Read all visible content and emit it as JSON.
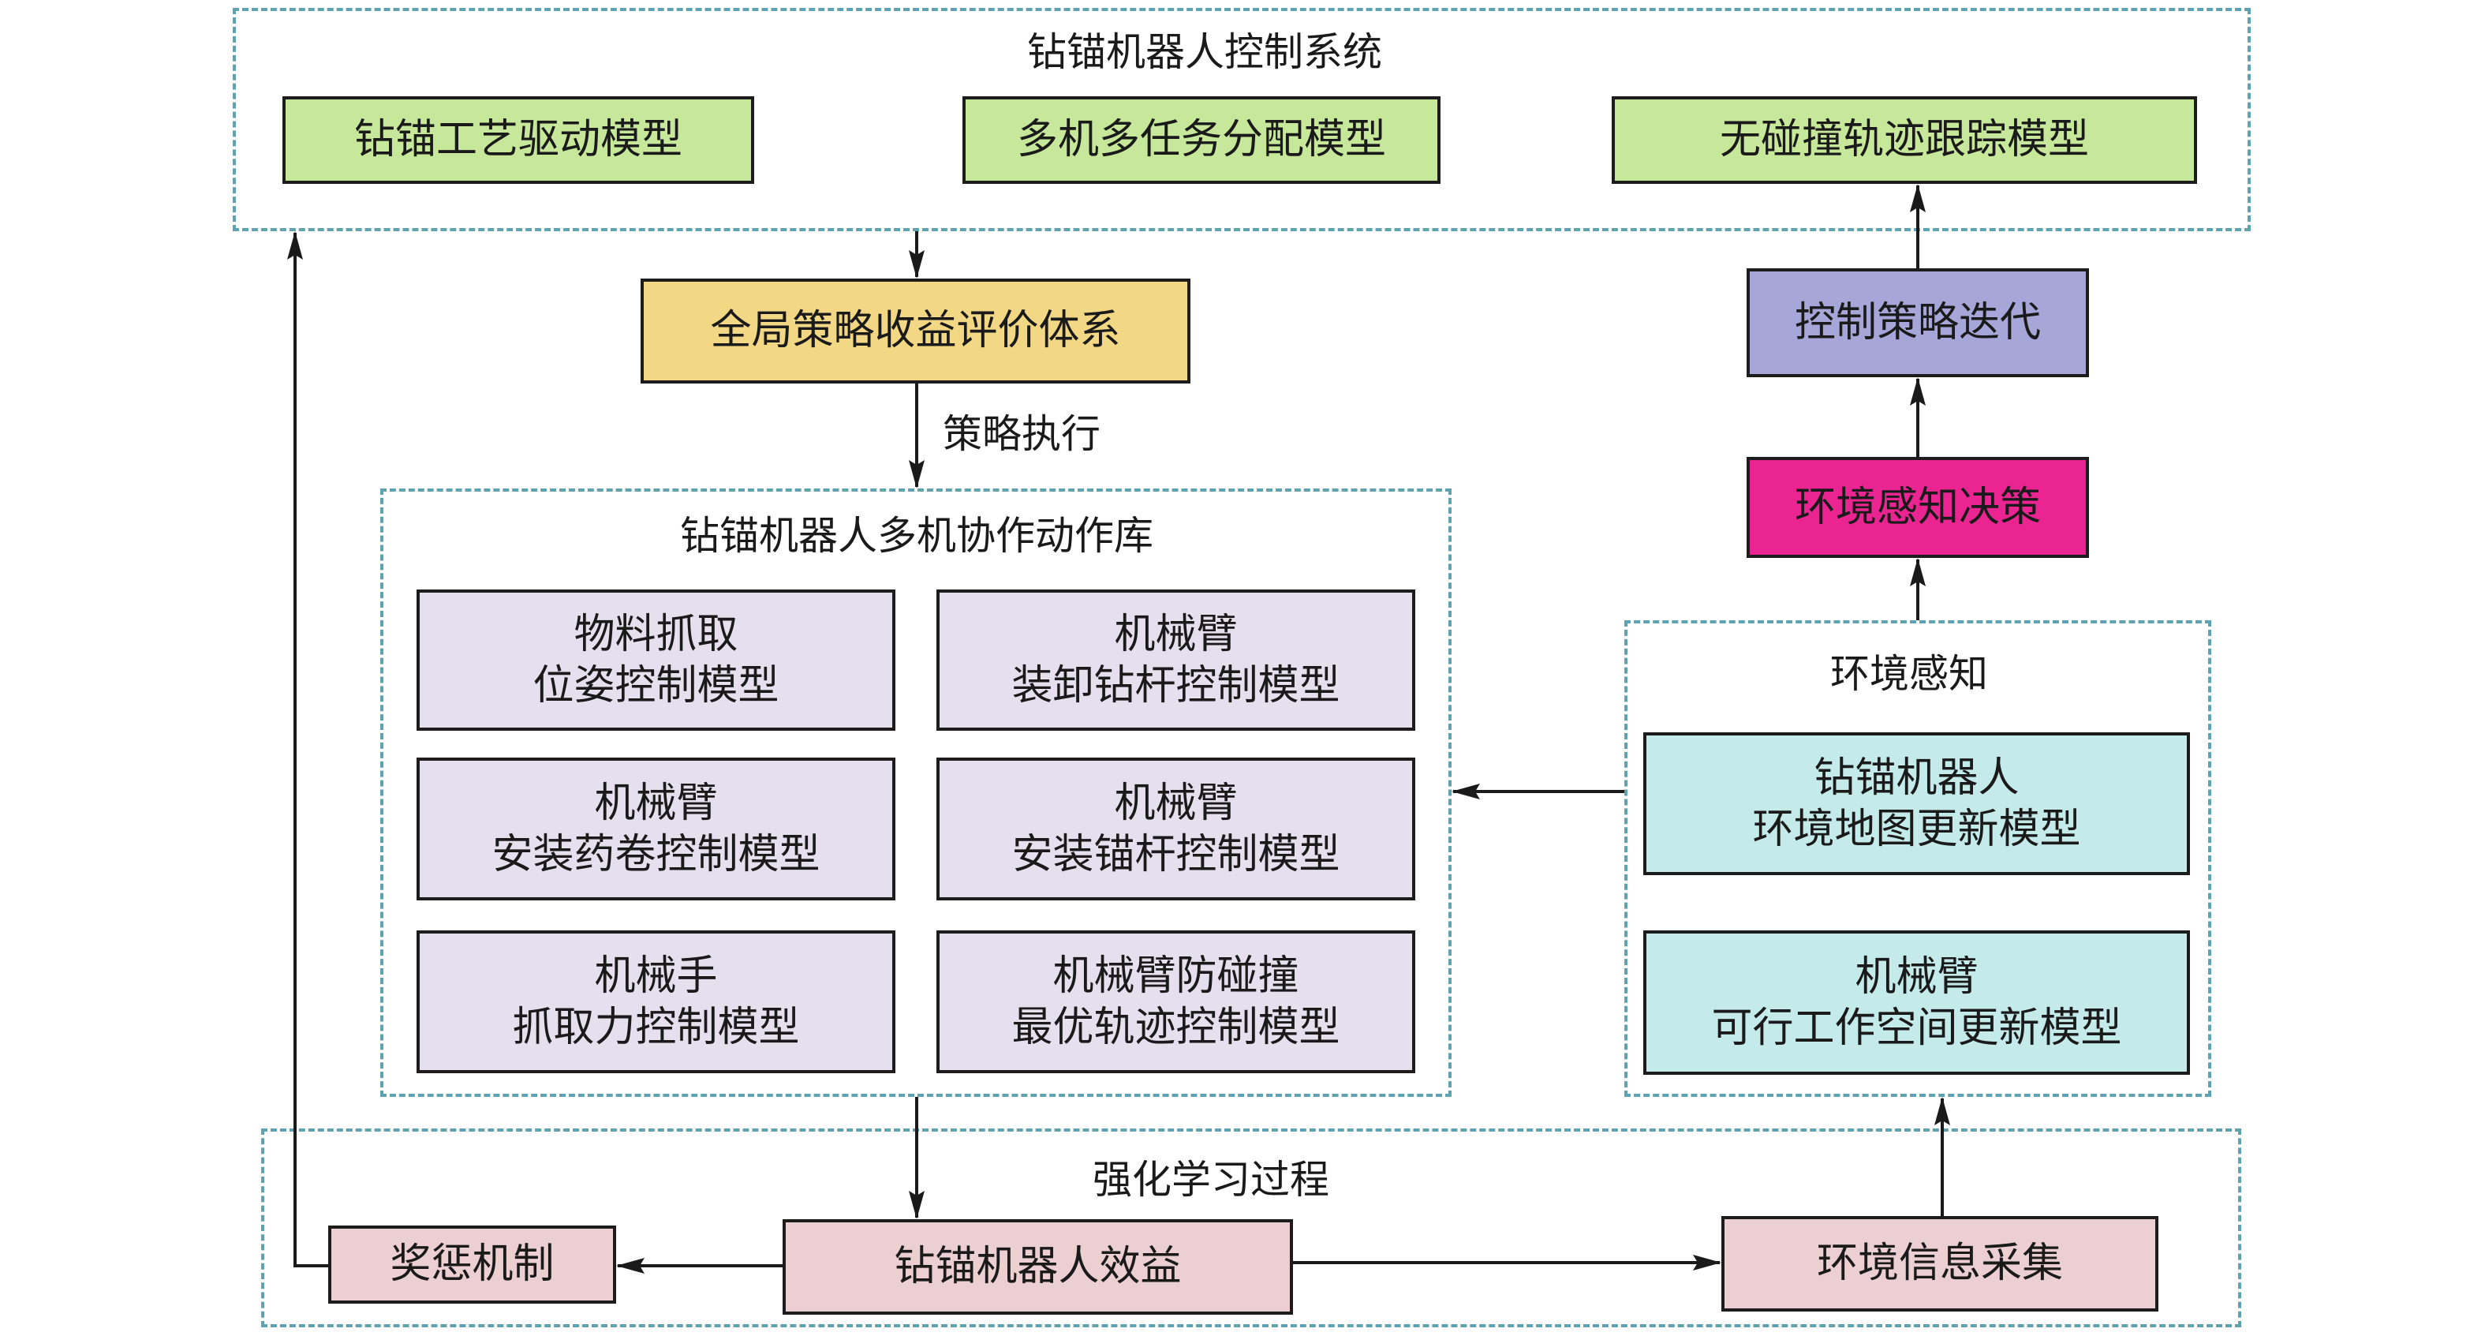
{
  "groups": {
    "control_system": {
      "title": "钻锚机器人控制系统"
    },
    "action_library": {
      "title": "钻锚机器人多机协作动作库"
    },
    "env_perception": {
      "title": "环境感知"
    },
    "rl_process": {
      "title": "强化学习过程"
    }
  },
  "control_models": [
    {
      "label": "钻锚工艺驱动模型"
    },
    {
      "label": "多机多任务分配模型"
    },
    {
      "label": "无碰撞轨迹跟踪模型"
    }
  ],
  "evaluation": {
    "label": "全局策略收益评价体系"
  },
  "strategy_exec": {
    "label": "策略执行"
  },
  "strategy_iteration": {
    "label": "控制策略迭代"
  },
  "perception_decision": {
    "label": "环境感知决策"
  },
  "actions": [
    {
      "label": "物料抓取\n位姿控制模型"
    },
    {
      "label": "机械臂\n装卸钻杆控制模型"
    },
    {
      "label": "机械臂\n安装药卷控制模型"
    },
    {
      "label": "机械臂\n安装锚杆控制模型"
    },
    {
      "label": "机械手\n抓取力控制模型"
    },
    {
      "label": "机械臂防碰撞\n最优轨迹控制模型"
    }
  ],
  "perception_models": [
    {
      "label": "钻锚机器人\n环境地图更新模型"
    },
    {
      "label": "机械臂\n可行工作空间更新模型"
    }
  ],
  "rl_nodes": {
    "reward": {
      "label": "奖惩机制"
    },
    "benefit": {
      "label": "钻锚机器人效益"
    },
    "collection": {
      "label": "环境信息采集"
    }
  },
  "colors": {
    "group_border": "#5fa3b1",
    "control_model": "#c7e89b",
    "evaluation": "#f2d785",
    "iteration": "#a6a6d8",
    "decision": "#ea2592",
    "action": "#e6e0ee",
    "perception": "#c4eaea",
    "rl_node": "#ebcfd2"
  }
}
